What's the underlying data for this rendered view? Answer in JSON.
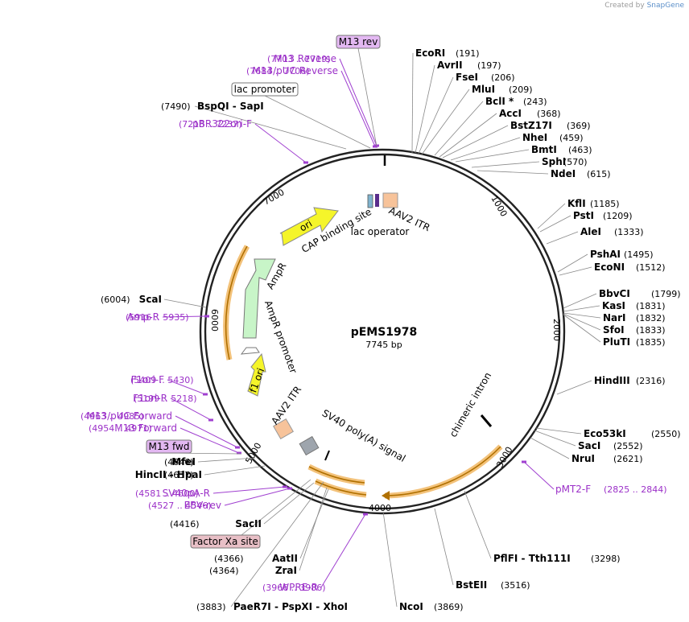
{
  "credit": {
    "created_by": "Created by",
    "brand": "SnapGene"
  },
  "plasmid": {
    "name": "pEMS1978",
    "size_label": "7745 bp",
    "length": 7745
  },
  "ticks": [
    "1000",
    "2000",
    "3000",
    "4000",
    "5000",
    "6000",
    "7000"
  ],
  "sites": [
    {
      "label": "EcoRI",
      "pos": "(191)"
    },
    {
      "label": "AvrII",
      "pos": "(197)"
    },
    {
      "label": "FseI",
      "pos": "(206)"
    },
    {
      "label": "MluI",
      "pos": "(209)"
    },
    {
      "label": "BclI *",
      "pos": "(243)"
    },
    {
      "label": "AccI",
      "pos": "(368)"
    },
    {
      "label": "BstZ17I",
      "pos": "(369)"
    },
    {
      "label": "NheI",
      "pos": "(459)"
    },
    {
      "label": "BmtI",
      "pos": "(463)"
    },
    {
      "label": "SphI",
      "pos": "(570)"
    },
    {
      "label": "NdeI",
      "pos": "(615)"
    },
    {
      "label": "KflI",
      "pos": "(1185)"
    },
    {
      "label": "PstI",
      "pos": "(1209)"
    },
    {
      "label": "AleI",
      "pos": "(1333)"
    },
    {
      "label": "PshAI",
      "pos": "(1495)"
    },
    {
      "label": "EcoNI",
      "pos": "(1512)"
    },
    {
      "label": "BbvCI",
      "pos": "(1799)"
    },
    {
      "label": "KasI",
      "pos": "(1831)"
    },
    {
      "label": "NarI",
      "pos": "(1832)"
    },
    {
      "label": "SfoI",
      "pos": "(1833)"
    },
    {
      "label": "PluTI",
      "pos": "(1835)"
    },
    {
      "label": "HindIII",
      "pos": "(2316)"
    },
    {
      "label": "Eco53kI",
      "pos": "(2550)"
    },
    {
      "label": "SacI",
      "pos": "(2552)"
    },
    {
      "label": "NruI",
      "pos": "(2621)"
    },
    {
      "label": "PflFI  - Tth111I",
      "pos": "(3298)"
    },
    {
      "label": "BstEII",
      "pos": "(3516)"
    },
    {
      "label": "NcoI",
      "pos": "(3869)"
    },
    {
      "label": "PaeR7I  - PspXI  - XhoI",
      "pos": "(3883)"
    },
    {
      "label": "ZraI",
      "pos": "(4364)"
    },
    {
      "label": "AatII",
      "pos": "(4366)"
    },
    {
      "label": "SacII",
      "pos": "(4416)"
    },
    {
      "label": "HincII  - HpaI",
      "pos": "(4637)"
    },
    {
      "label": "MfeI",
      "pos": "(4646)"
    },
    {
      "label": "ScaI",
      "pos": "(6004)"
    },
    {
      "label": "BspQI  - SapI",
      "pos": "(7490)"
    }
  ],
  "primers": [
    {
      "label": "M13 Reverse",
      "pos": "(7703 .. 7719)"
    },
    {
      "label": "M13/pUC Reverse",
      "pos": "(7684 .. 7706)"
    },
    {
      "label": "pBR322ori-F",
      "pos": "(7218 .. 7237)"
    },
    {
      "label": "Amp-R",
      "pos": "(5916 .. 5935)"
    },
    {
      "label": "F1ori-F",
      "pos": "(5409 .. 5430)"
    },
    {
      "label": "F1ori-R",
      "pos": "(5199 .. 5218)"
    },
    {
      "label": "M13/pUC Forward",
      "pos": "(4963 .. 4985)"
    },
    {
      "label": "M13 Forward",
      "pos": "(4954 .. 4971)"
    },
    {
      "label": "SV40pA-R",
      "pos": "(4581 .. 4600)"
    },
    {
      "label": "EBV-rev",
      "pos": "(4527 .. 4546)"
    },
    {
      "label": "WPRE-R",
      "pos": "(3966 .. 3986)"
    },
    {
      "label": "pMT2-F",
      "pos": "(2825 .. 2844)"
    }
  ],
  "boxed": [
    {
      "label": "M13 rev"
    },
    {
      "label": "lac promoter"
    },
    {
      "label": "M13 fwd"
    },
    {
      "label": "Factor Xa site"
    }
  ],
  "features": [
    {
      "label": "ori"
    },
    {
      "label": "CAP binding site"
    },
    {
      "label": "lac operator"
    },
    {
      "label": "AAV2 ITR"
    },
    {
      "label": "AmpR"
    },
    {
      "label": "AmpR promoter"
    },
    {
      "label": "f1 ori"
    },
    {
      "label": "AAV2 ITR"
    },
    {
      "label": "SV40 poly(A) signal"
    },
    {
      "label": "chimeric intron"
    }
  ],
  "colors": {
    "ring": "#222222",
    "site_text": "#000000",
    "primer_text": "#9b30c8",
    "primer_mark": "#a040d0",
    "ori": "#f5f52a",
    "amp": "#c8f5c8",
    "itr": "#f7c39a",
    "polya": "#9ea5ad",
    "orange_band": "#f3c27a",
    "boxed_purple": "#e3b8f2",
    "boxed_pink": "#e8bfc6"
  }
}
